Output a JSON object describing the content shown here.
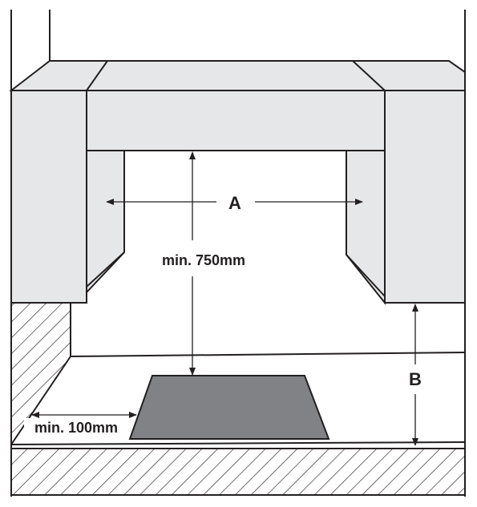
{
  "diagram": {
    "labels": {
      "width_label": "A",
      "height_label": "B",
      "clearance_vertical": "min. 750mm",
      "clearance_side": "min. 100mm"
    },
    "colors": {
      "cabinet_fill": "#e6e7e8",
      "cooktop_fill": "#808285",
      "outline": "#231f20",
      "background": "#ffffff"
    }
  }
}
